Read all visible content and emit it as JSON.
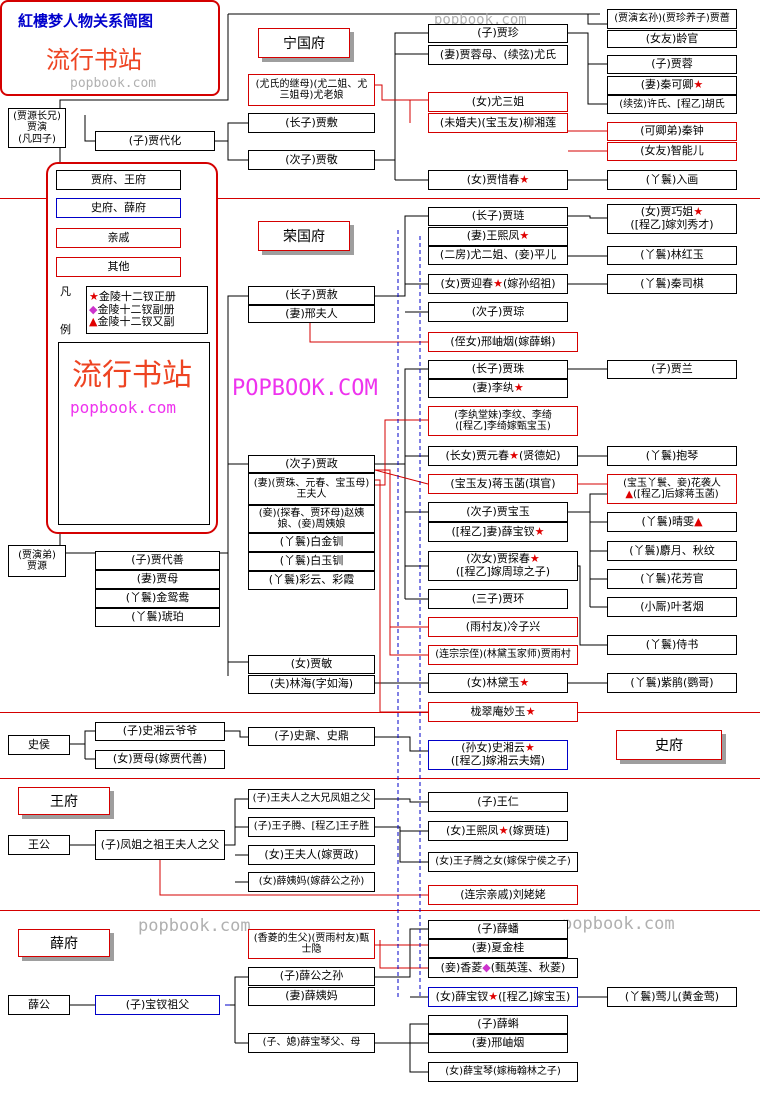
{
  "title": "紅樓梦人物关系简图",
  "watermarks": {
    "site_cn": "流行书站",
    "site_en": "popbook.com",
    "site_big": "POPBOOK.COM"
  },
  "houses": {
    "ning": "宁国府",
    "rong": "荣国府",
    "shi": "史府",
    "wang": "王府",
    "xue": "薛府"
  },
  "family_heads": {
    "shi": "史侯",
    "wang": "王公",
    "xue": "薛公"
  },
  "legend": {
    "items": [
      "贾府、王府",
      "史府、薛府",
      "亲戚",
      "其他"
    ],
    "fan": "凡",
    "li": "例",
    "marks": [
      "金陵十二钗正册",
      "金陵十二钗副册",
      "金陵十二钗又副"
    ]
  },
  "people": {
    "jia_yan": "(贾源长兄)\n贾演\n(凡四子)",
    "jia_yuan": "(贾演弟)\n贾源",
    "jia_daihua": "(子)贾代化",
    "jia_fu": "(长子)贾敷",
    "jia_jing": "(次子)贾敬",
    "you_laoniang": "(尤氏的继母)(尤二姐、尤三姐母)尤老娘",
    "jia_zhen": "(子)贾珍",
    "you_shi": "(妻)贾蓉母、(续弦)尤氏",
    "you_sanjie": "(女)尤三姐",
    "liu_xianglian": "(未婚夫)(宝玉友)柳湘莲",
    "jia_xichun_text": "(女)贾惜春",
    "ru_hua": "(丫鬟)入画",
    "jia_qiang": "(贾演玄孙)(贾珍养子)贾蔷",
    "ling_guan": "(女友)龄官",
    "jia_rong": "(子)贾蓉",
    "qin_keqing_text": "(妻)秦可卿",
    "xu_hu": "(续弦)许氏、[程乙]胡氏",
    "qin_zhong": "(可卿弟)秦钟",
    "zhineng": "(女友)智能儿",
    "jia_lian": "(长子)贾琏",
    "wang_xifeng_text": "(妻)王熙凤",
    "you_erjie": "(二房)尤二姐、(妾)平儿",
    "qiaojie_text": "(女)贾巧姐",
    "qiaojie_text2": "([程乙]嫁刘秀才)",
    "lin_hongyu": "(丫鬟)林红玉",
    "yingchun_text": "(女)贾迎春",
    "yingchun_text2": "(嫁孙绍祖)",
    "si_qi": "(丫鬟)秦司棋",
    "jia_cong": "(次子)贾琮",
    "jia_she": "(长子)贾赦",
    "xing_furen": "(妻)邢夫人",
    "xing_xiuyan": "(侄女)邢岫烟(嫁薛蝌)",
    "jia_zhu": "(长子)贾珠",
    "li_wan_text": "(妻)李纨",
    "jia_lan": "(子)贾兰",
    "li_wen": "(李纨堂妹)李纹、李绮\n([程乙]李绮嫁甄宝玉)",
    "yuanchun_text": "(长女)贾元春",
    "yuanchun_text2": "(贤德妃)",
    "bao_qin": "(丫鬟)抱琴",
    "jiang_yuhan": "(宝玉友)蒋玉菡(琪官)",
    "xiren_text": "(宝玉丫鬟、妾)花袭人",
    "xiren_text2": "([程乙]后嫁蒋玉菡)",
    "jia_baoyu": "(次子)贾宝玉",
    "baochai_text": "([程乙]妻)薛宝钗",
    "qingwen_text": "(丫鬟)晴雯",
    "sheyue": "(丫鬟)麝月、秋纹",
    "tanchun_text": "(次女)贾探春",
    "tanchun_text2": "([程乙]嫁周琼之子)",
    "huaxiguan": "(丫鬟)花芳官",
    "mingyan": "(小厮)叶茗烟",
    "jia_huan": "(三子)贾环",
    "shishu": "(丫鬟)侍书",
    "leng_zixing": "(雨村友)冷子兴",
    "jia_yucun": "(连宗宗侄)(林黛玉家师)贾雨村",
    "daiyu_text": "(女)林黛玉",
    "zijuan": "(丫鬟)紫鹃(鹦哥)",
    "miaoyu_text": "栊翠庵妙玉",
    "jia_zheng": "(次子)贾政",
    "wang_furen": "(妻)(贾珠、元春、宝玉母)王夫人",
    "zhao_yiniang": "(妾)(探春、贾环母)赵姨娘、(妾)周姨娘",
    "jin_chuan": "(丫鬟)白金钏",
    "yu_chuan": "(丫鬟)白玉钏",
    "caiyun": "(丫鬟)彩云、彩霞",
    "jia_min": "(女)贾敏",
    "lin_ruhai": "(夫)林海(字如海)",
    "jia_daishan": "(子)贾代善",
    "jia_mu": "(妻)贾母",
    "yuanyang": "(丫鬟)金鸳鸯",
    "hupo": "(丫鬟)琥珀",
    "shi_grandpa": "(子)史湘云爷爷",
    "jia_mu_shi": "(女)贾母(嫁贾代善)",
    "shi_nai": "(子)史鼐、史鼎",
    "xiangyun_text": "(孙女)史湘云",
    "xiangyun_text2": "([程乙]嫁湘云夫婿)",
    "wang_grandfather": "(子)凤姐之祖王夫人之父",
    "wang_zi_sheng": "(子)王夫人之大兄凤姐之父",
    "wang_zi_teng": "(子)王子腾、[程乙]王子胜",
    "wang_furen_2": "(女)王夫人(嫁贾政)",
    "xue_yima": "(女)薛姨妈(嫁薛公之孙)",
    "wang_ren": "(子)王仁",
    "wang_xifeng_2_text": "(女)王熙凤",
    "wang_xifeng_2_text2": "(嫁贾琏)",
    "wang_zi_teng_daughter": "(女)王子腾之女(嫁保宁侯之子)",
    "liu_laolao": "(连宗亲戚)刘姥姥",
    "xue_bao_grandfather": "(子)宝钗祖父",
    "zhen_shiyin": "(香菱的生父)(贾雨村友)甄士隐",
    "xue_grandson": "(子)薛公之孙",
    "xue_yima_2": "(妻)薛姨妈",
    "baoqin_parents": "(子、媳)薛宝琴父、母",
    "xue_pan": "(子)薛蟠",
    "xia_jingui": "(妻)夏金桂",
    "xiangling_text": "(妾)香菱",
    "xiangling_text2": "(甄英莲、秋菱)",
    "baochai_2_text": "(女)薛宝钗",
    "baochai_2_text2": "([程乙]嫁宝玉)",
    "ying_er": "(丫鬟)莺儿(黄金莺)",
    "xue_ke": "(子)薛蝌",
    "xing_xiuyan_2": "(妻)邢岫烟",
    "xue_baoqin": "(女)薛宝琴(嫁梅翰林之子)"
  },
  "colors": {
    "kin_line": "#000000",
    "relative_line": "#d40000",
    "other_line": "#0000c8",
    "star": "#e00000",
    "diamond": "#cc33cc"
  },
  "icons": [
    "red-star-icon",
    "magenta-diamond-icon",
    "red-triangle-icon"
  ]
}
